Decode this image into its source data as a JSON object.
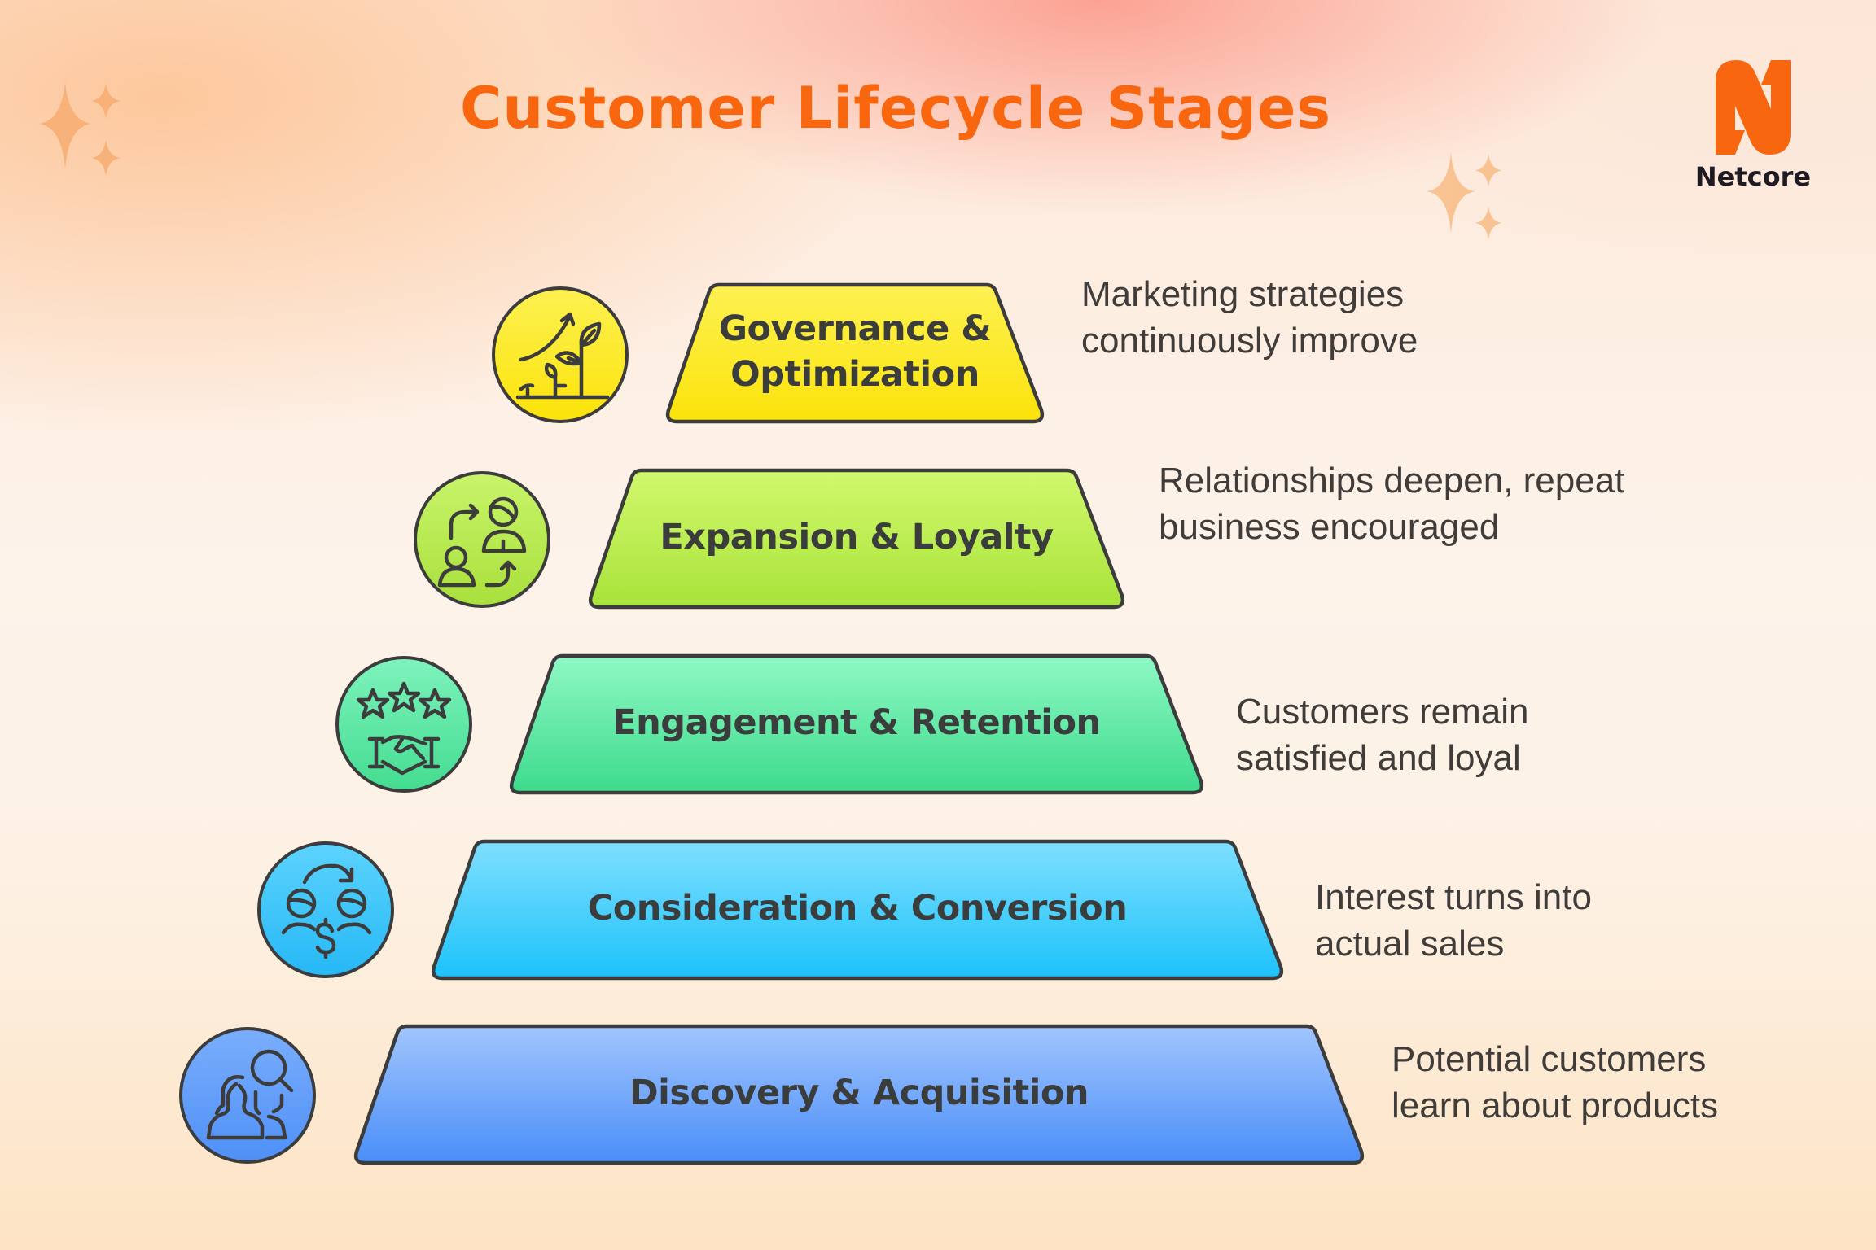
{
  "header": {
    "title": "Customer Lifecycle Stages",
    "brand": {
      "name": "Netcore",
      "logo_icon": "netcore-n-logo-icon",
      "color": "#f86710"
    }
  },
  "decorations": {
    "sparkle_icon": "sparkle-icon",
    "sparkle_color": "#f7b071"
  },
  "stages": [
    {
      "label": "Governance & Optimization",
      "label_lines": [
        "Governance &",
        "Optimization"
      ],
      "description_lines": [
        "Marketing strategies",
        "continuously improve"
      ],
      "icon": "growth-plant-icon",
      "color_top": "#fdf152",
      "color_bottom": "#fbe30a"
    },
    {
      "label": "Expansion & Loyalty",
      "label_lines": [
        "Expansion & Loyalty"
      ],
      "description_lines": [
        "Relationships deepen, repeat",
        "business encouraged"
      ],
      "icon": "customer-referral-icon",
      "color_top": "#d2f86d",
      "color_bottom": "#a8e33a"
    },
    {
      "label": "Engagement & Retention",
      "label_lines": [
        "Engagement & Retention"
      ],
      "description_lines": [
        "Customers remain",
        "satisfied and loyal"
      ],
      "icon": "handshake-stars-icon",
      "color_top": "#8ef8c4",
      "color_bottom": "#3ddb8c"
    },
    {
      "label": "Consideration & Conversion",
      "label_lines": [
        "Consideration & Conversion"
      ],
      "description_lines": [
        "Interest turns into",
        "actual sales"
      ],
      "icon": "customer-payment-exchange-icon",
      "color_top": "#7fdffe",
      "color_bottom": "#1cc2fb"
    },
    {
      "label": "Discovery & Acquisition",
      "label_lines": [
        "Discovery & Acquisition"
      ],
      "description_lines": [
        "Potential customers",
        "learn about products"
      ],
      "icon": "people-search-icon",
      "color_top": "#a1c5fd",
      "color_bottom": "#4a8ef9"
    }
  ]
}
